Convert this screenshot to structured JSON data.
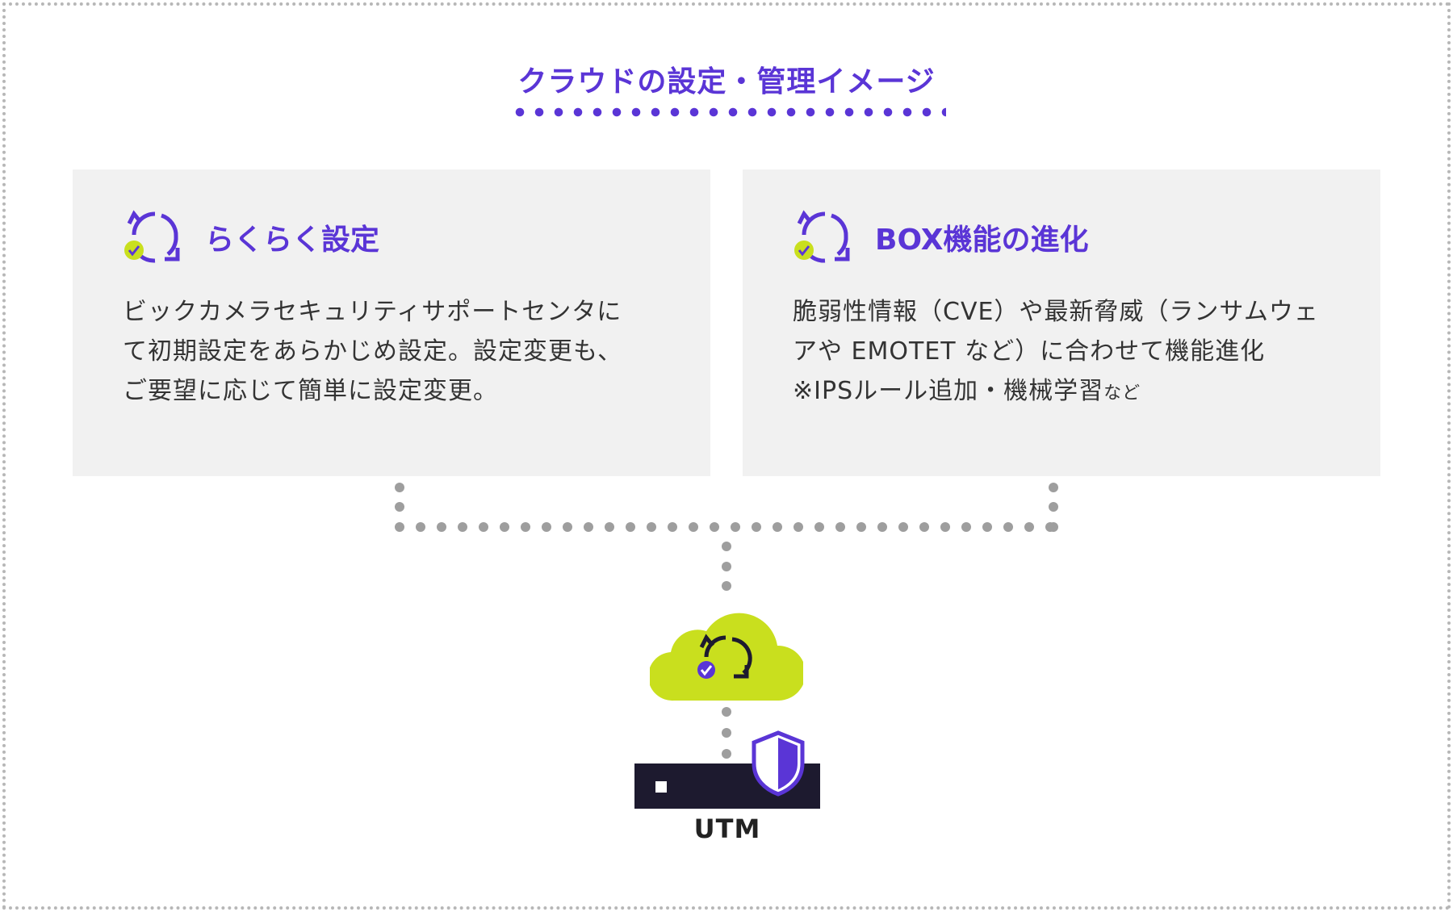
{
  "title": "クラウドの設定・管理イメージ",
  "cards": [
    {
      "icon": "sync-check-icon",
      "title": "らくらく設定",
      "lines": [
        "ビックカメラセキュリティサポートセンタに",
        "て初期設定をあらかじめ設定。設定変更も、",
        "ご要望に応じて簡単に設定変更。"
      ]
    },
    {
      "icon": "sync-check-icon",
      "title": "BOX機能の進化",
      "lines": [
        "脆弱性情報（CVE）や最新脅威（ランサムウェ",
        "アや EMOTET など）に合わせて機能進化"
      ],
      "note_main": "※IPSルール追加・機械学習",
      "note_small": "など"
    }
  ],
  "cloud_icon": "cloud-sync-icon",
  "device_icon": "shield-icon",
  "utm_label": "UTM",
  "colors": {
    "accent": "#5a35d6",
    "lime": "#c9df1e",
    "dark": "#1d1a2f",
    "card_bg": "#f1f1f1",
    "dots": "#9e9e9e"
  }
}
